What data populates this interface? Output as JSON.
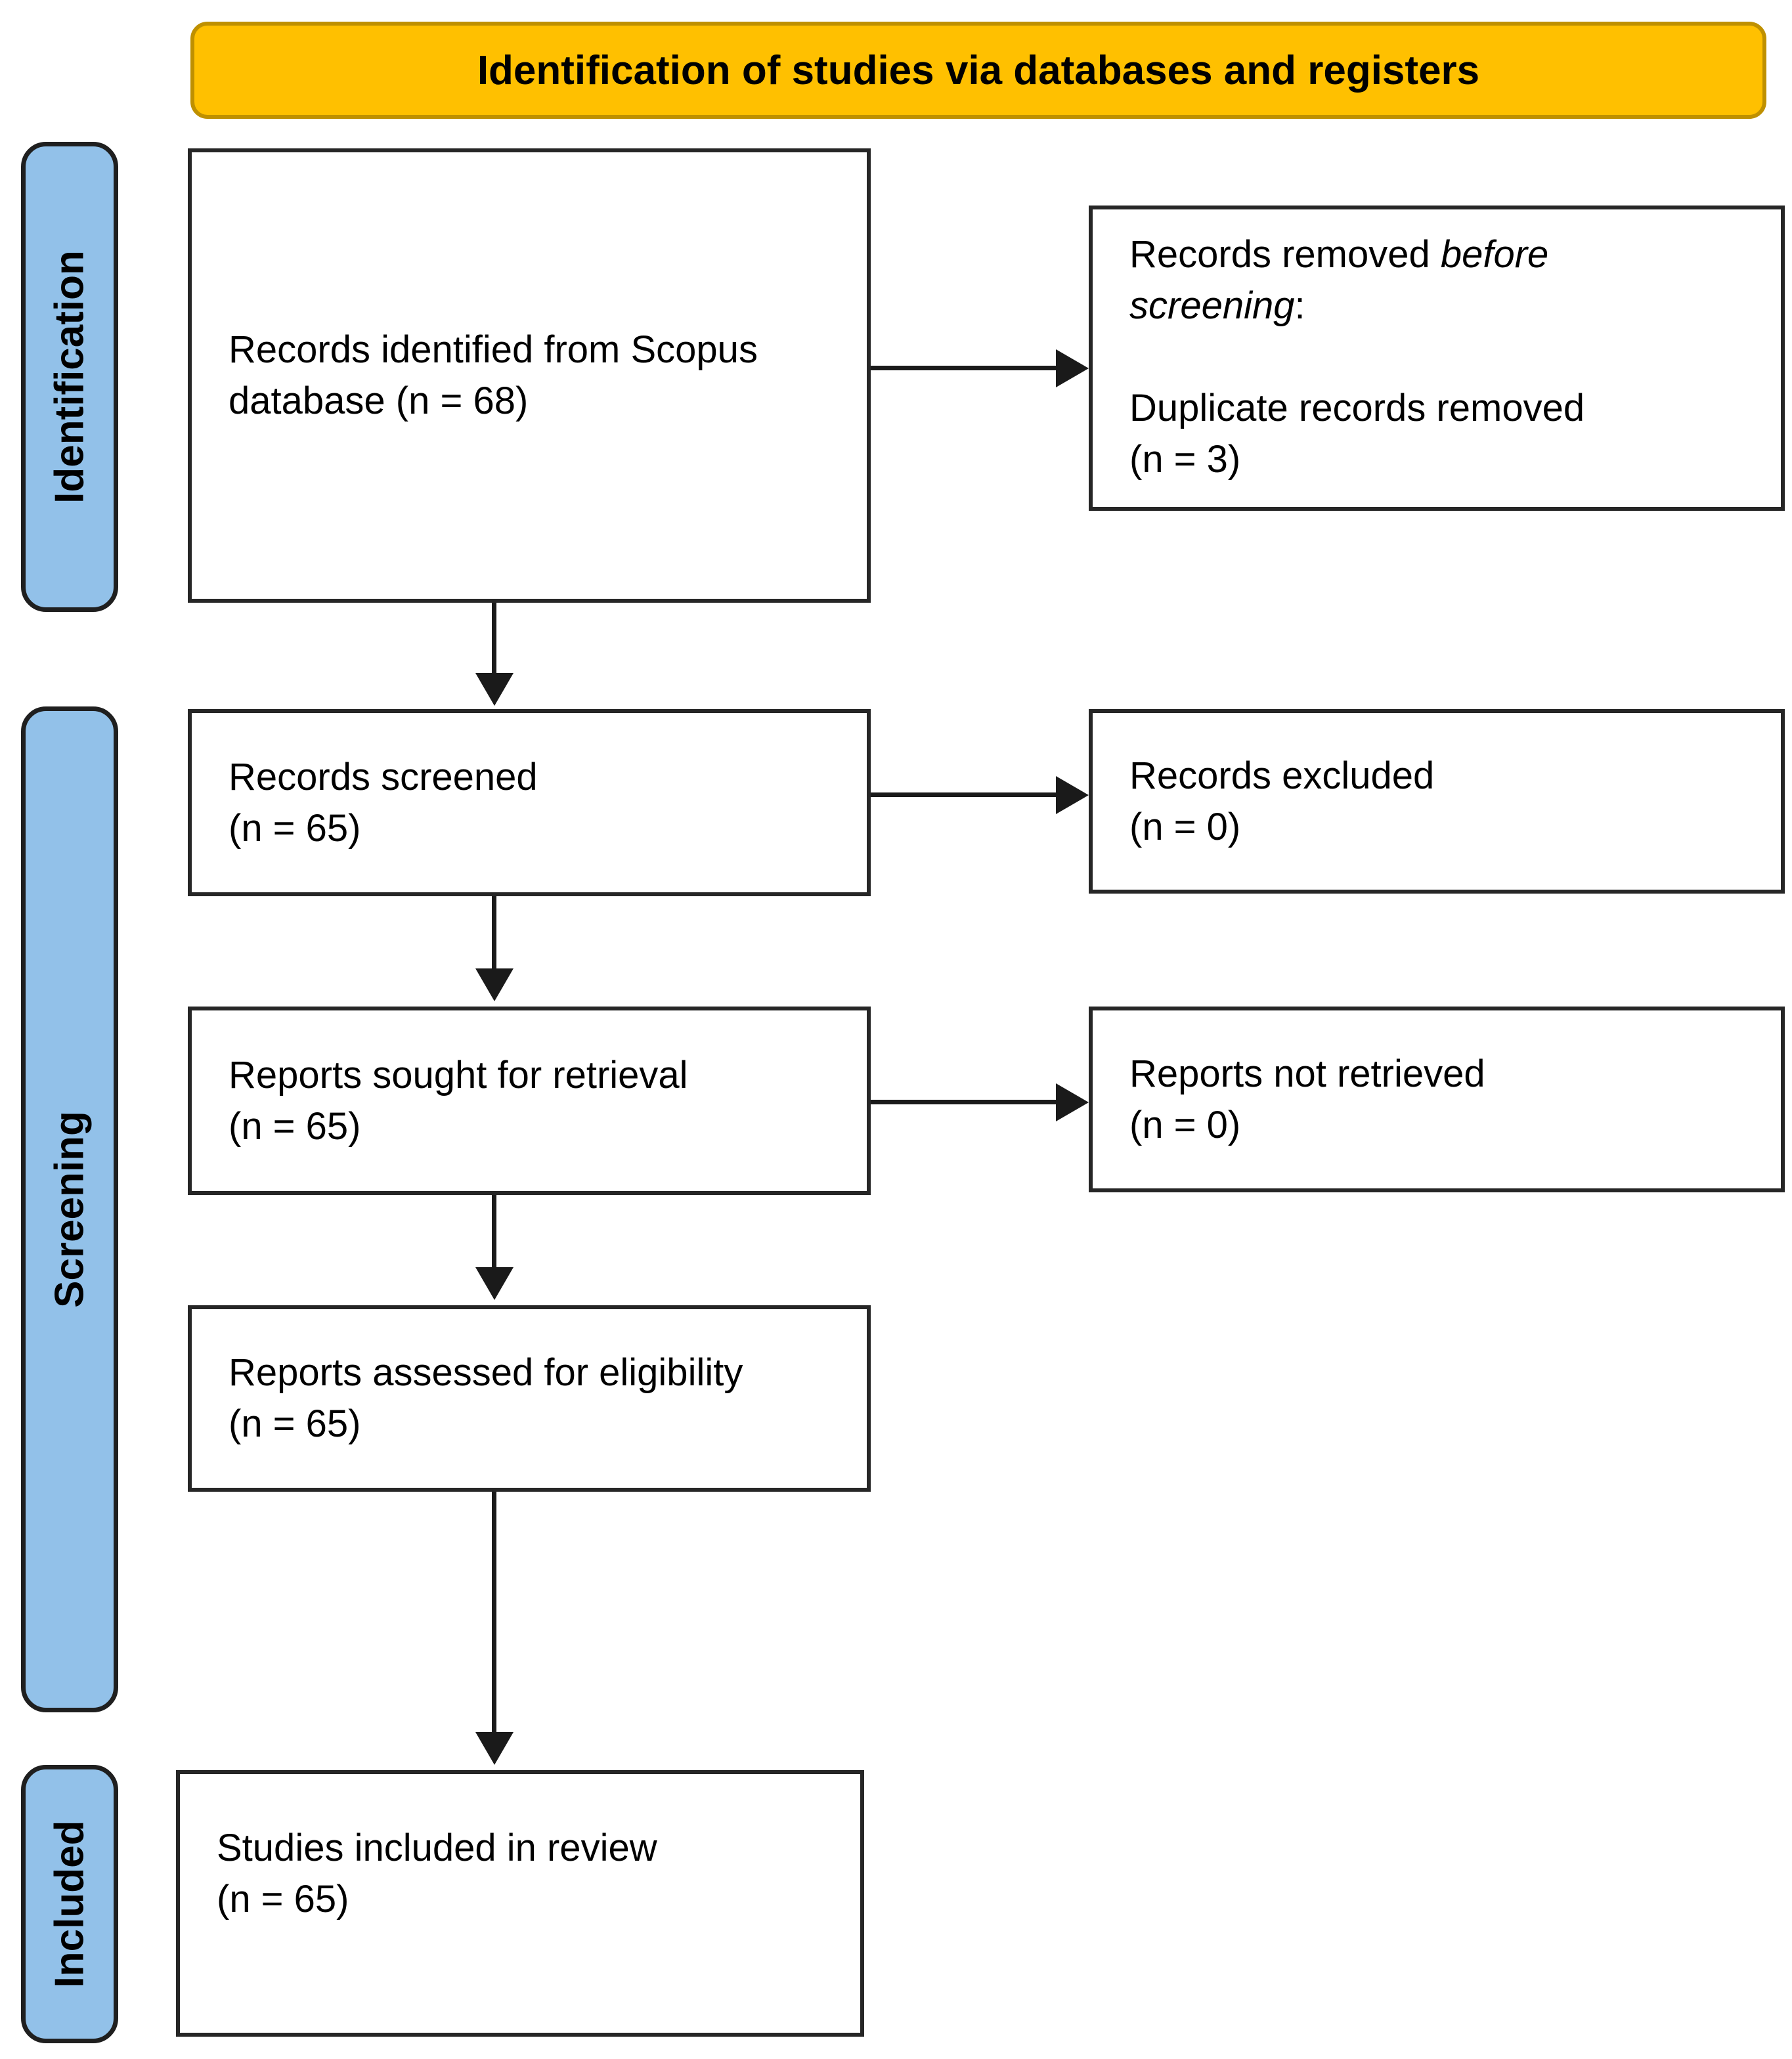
{
  "banner": {
    "title": "Identification of studies via databases and registers"
  },
  "stages": {
    "identification": "Identification",
    "screening": "Screening",
    "included": "Included"
  },
  "boxes": {
    "records_identified": {
      "lines": [
        "Records identified from Scopus",
        "database (n = 68)"
      ]
    },
    "records_removed": {
      "line1_normal": "Records removed ",
      "line1_italic": "before",
      "line2_italic": "screening",
      "line2_normal": ":",
      "detail_lines": [
        "Duplicate records removed",
        "(n = 3)"
      ]
    },
    "records_screened": {
      "lines": [
        "Records screened",
        "(n = 65)"
      ]
    },
    "records_excluded": {
      "lines": [
        "Records excluded",
        "(n = 0)"
      ]
    },
    "reports_sought": {
      "lines": [
        "Reports sought for retrieval",
        "(n = 65)"
      ]
    },
    "reports_not_retrieved": {
      "lines": [
        "Reports not retrieved",
        "(n = 0)"
      ]
    },
    "reports_assessed": {
      "lines": [
        "Reports assessed for eligibility",
        "(n = 65)"
      ]
    },
    "studies_included": {
      "lines": [
        "Studies included in review",
        "(n = 65)"
      ]
    }
  },
  "colors": {
    "banner_fill": "#FFC000",
    "banner_border": "#BF9000",
    "tab_fill": "#92C1E9",
    "tab_border": "#1F1F1F",
    "box_border": "#262626",
    "line": "#1A1A1A",
    "text": "#000000"
  }
}
